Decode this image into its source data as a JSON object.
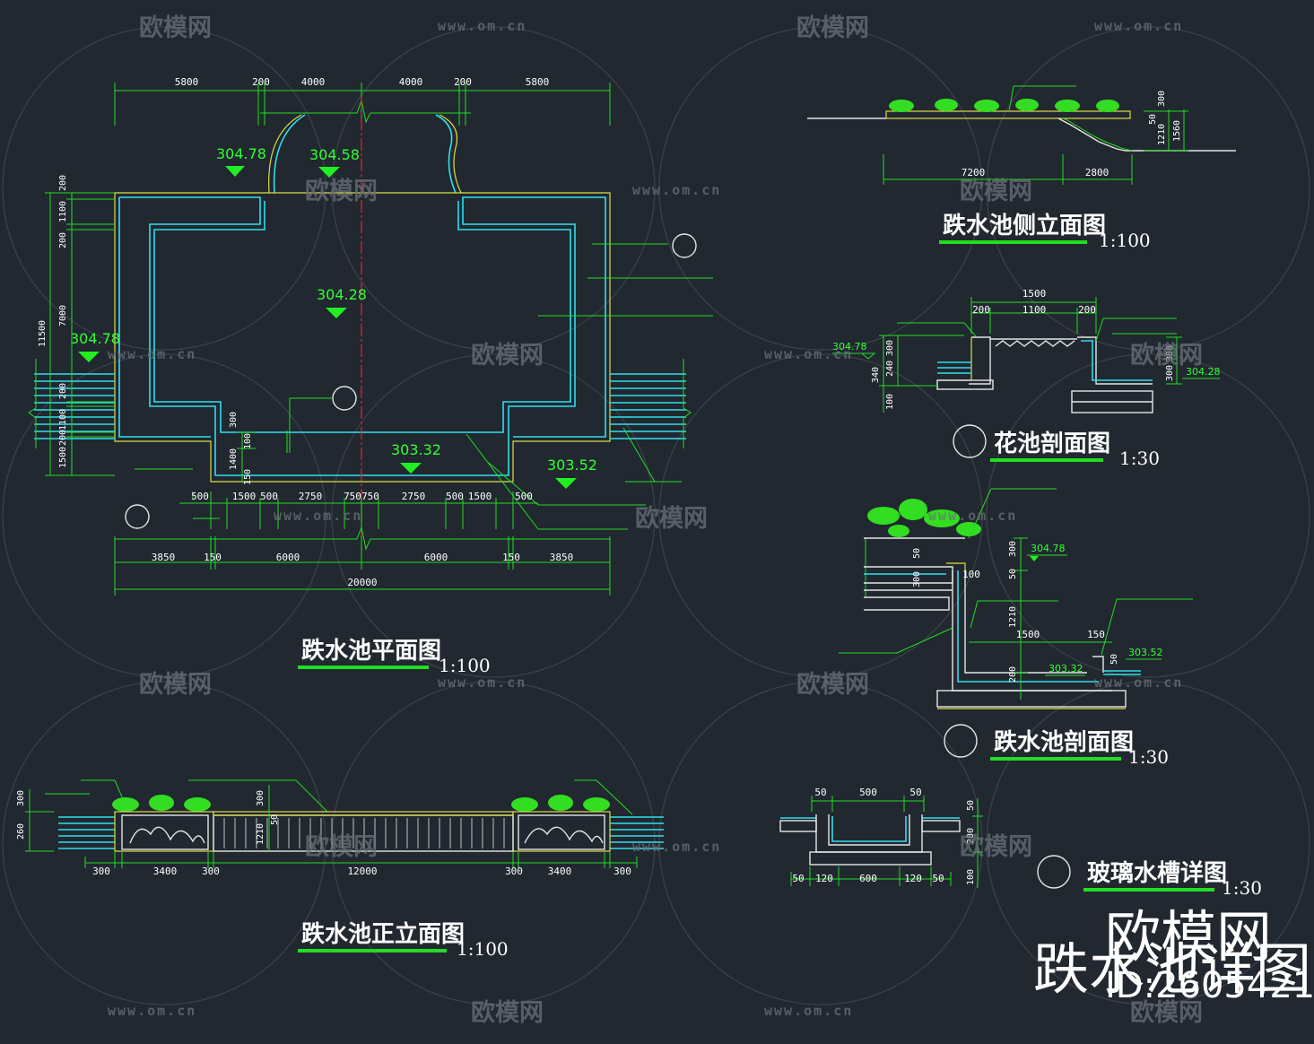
{
  "plan": {
    "title": "跌水池平面图",
    "scale": "1:100",
    "top_dims": [
      "5800",
      "200",
      "4000",
      "4000",
      "200",
      "5800"
    ],
    "bottom_dims_row1": [
      "500",
      "1500",
      "500",
      "2750",
      "750",
      "750",
      "2750",
      "500",
      "1500",
      "500"
    ],
    "bottom_dims_row2": [
      "3850",
      "150",
      "6000",
      "6000",
      "150",
      "3850"
    ],
    "total": "20000",
    "left_dims": [
      "200",
      "1100",
      "200",
      "7000",
      "200",
      "1100",
      "200",
      "1500"
    ],
    "left_total": "11500",
    "inner_dims": [
      "300",
      "100",
      "1400",
      "150"
    ],
    "elevations": [
      "304.78",
      "304.58",
      "304.28",
      "304.78",
      "303.32",
      "303.52"
    ]
  },
  "side": {
    "title": "跌水池侧立面图",
    "scale": "1:100",
    "dims_h": [
      "7200",
      "2800"
    ],
    "dims_v": [
      "300",
      "50",
      "1210",
      "1560"
    ]
  },
  "flower": {
    "title": "花池剖面图",
    "scale": "1:30",
    "dims_h": [
      "1500",
      "200",
      "1100",
      "200"
    ],
    "dims_v_left": [
      "300",
      "240",
      "340",
      "100"
    ],
    "dims_v_right": [
      "300",
      "300"
    ],
    "elev_left": "304.78",
    "elev_right": "304.28"
  },
  "cascade": {
    "title": "跌水池剖面图",
    "scale": "1:30",
    "dims": [
      "50",
      "300",
      "300",
      "100",
      "50",
      "1210",
      "1500",
      "150",
      "50",
      "200"
    ],
    "elevs": [
      "304.78",
      "303.52",
      "303.32"
    ]
  },
  "front": {
    "title": "跌水池正立面图",
    "scale": "1:100",
    "dims_h": [
      "300",
      "3400",
      "300",
      "12000",
      "300",
      "3400",
      "300"
    ],
    "dims_v_left": [
      "300",
      "260"
    ],
    "dims_v_mid": [
      "300",
      "1210",
      "50"
    ]
  },
  "glass": {
    "title": "玻璃水槽详图",
    "scale": "1:30",
    "dims_top": [
      "50",
      "500",
      "50"
    ],
    "dims_bot": [
      "50",
      "120",
      "600",
      "120",
      "50"
    ],
    "dims_v": [
      "50",
      "280",
      "100"
    ]
  },
  "branding": {
    "watermark_cn": "欧模网",
    "watermark_url": "www.om.cn",
    "stamp_title": "跌水池详图",
    "stamp_logo": "欧模网",
    "stamp_id": "ID:2605421"
  },
  "colors": {
    "background": "#212830",
    "dimension": "#22dd22",
    "water": "#33ddee",
    "outline": "#dddd44",
    "axis": "#ee2222"
  }
}
